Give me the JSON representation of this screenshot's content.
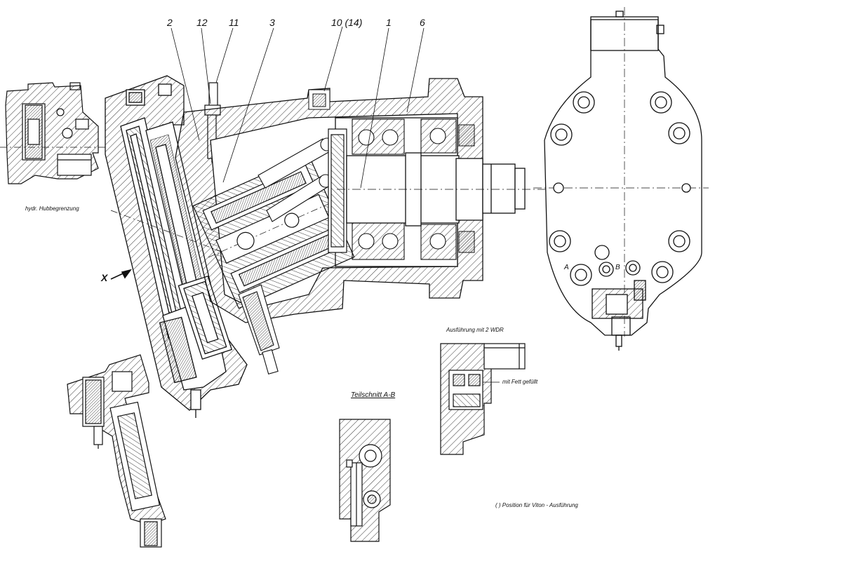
{
  "part_numbers": {
    "n2": "2",
    "n12": "12",
    "n11": "11",
    "n3": "3",
    "n10": "10 (14)",
    "n1": "1",
    "n6": "6"
  },
  "labels": {
    "hydr": "hydr. Hubbegrenzung",
    "x_view": "X",
    "section": "Teilschnitt A-B",
    "variant": "Ausführung mit 2 WDR",
    "grease": "mit Fett gefüllt",
    "port_a": "A",
    "port_b": "B",
    "viton_note": "( ) Position    für Viton - Ausführung"
  },
  "colors": {
    "ink": "#111111",
    "paper": "#ffffff"
  }
}
